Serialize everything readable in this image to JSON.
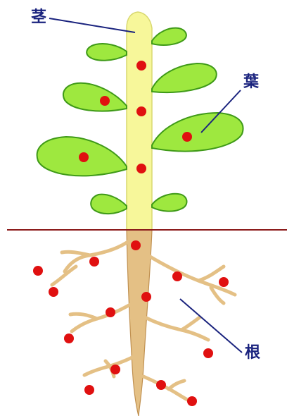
{
  "labels": {
    "stem": "茎",
    "leaf": "葉",
    "root": "根"
  },
  "colors": {
    "stem_fill": "#f7f79a",
    "stem_outline": "#d8d870",
    "leaf_fill": "#9ee83f",
    "leaf_outline": "#3f9a18",
    "root_fill": "#e4c085",
    "root_outline": "#c09050",
    "ground_line": "#8b1a1a",
    "dot": "#e01010",
    "label_text": "#1a237e",
    "leader_line": "#1a237e"
  },
  "dot_count": 20
}
